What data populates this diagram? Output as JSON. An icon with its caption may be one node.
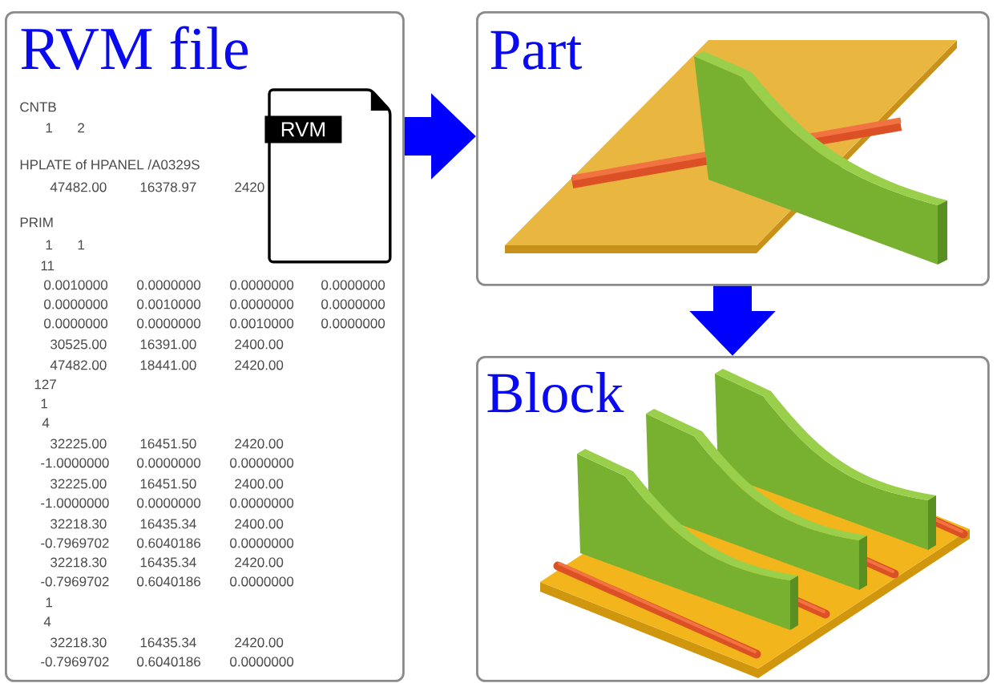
{
  "diagram": {
    "nodes": [
      {
        "text": [
          "RVM file"
        ]
      },
      {
        "text": [
          "RVM"
        ],
        "in": 0
      },
      {
        "text": [
          "Part"
        ]
      },
      {
        "text": [
          "Block"
        ]
      }
    ],
    "edges": [
      {
        "from": 0,
        "to": 2,
        "arrow": "to"
      },
      {
        "from": 2,
        "to": 3,
        "arrow": "to"
      }
    ],
    "labels": [
      "CNTB",
      "1",
      "2",
      "HPLATE of HPANEL /A0329S",
      "47482.00",
      "16378.97",
      "2420",
      "PRIM",
      "1",
      "1",
      "11",
      "0.0010000",
      "0.0000000",
      "0.0000000",
      "0.0000000",
      "0.0000000",
      "0.0010000",
      "0.0000000",
      "0.0000000",
      "0.0000000",
      "0.0000000",
      "0.0010000",
      "0.0000000",
      "30525.00",
      "16391.00",
      "2400.00",
      "47482.00",
      "18441.00",
      "2420.00",
      "127",
      "1",
      "4",
      "32225.00",
      "16451.50",
      "2420.00",
      "-1.0000000",
      "0.0000000",
      "0.0000000",
      "32225.00",
      "16451.50",
      "2400.00",
      "-1.0000000",
      "0.0000000",
      "0.0000000",
      "32218.30",
      "16435.34",
      "2400.00",
      "-0.7969702",
      "0.6040186",
      "0.0000000",
      "32218.30",
      "16435.34",
      "2420.00",
      "-0.7969702",
      "0.6040186",
      "0.0000000",
      "1",
      "4",
      "32218.30",
      "16435.34",
      "2420.00",
      "-0.7969702",
      "0.6040186",
      "0.0000000"
    ]
  }
}
